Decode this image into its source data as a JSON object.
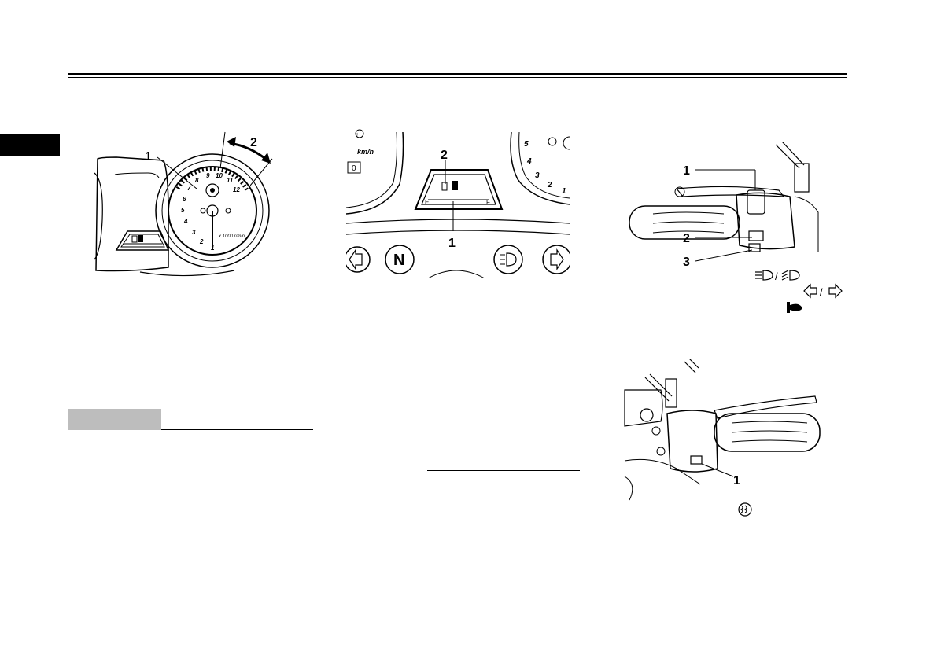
{
  "fig1": {
    "callout_1": "1",
    "callout_2": "2",
    "tach_numbers": [
      "1",
      "2",
      "3",
      "4",
      "5",
      "6",
      "7",
      "8",
      "9",
      "10",
      "11",
      "12"
    ],
    "tach_unit": "x 1000 r/min"
  },
  "fig2": {
    "callout_1": "1",
    "callout_2": "2",
    "speed_unit": "km/h",
    "odo_digit": "0",
    "gauge_empty": "E",
    "gauge_full": "F",
    "neutral": "N",
    "tach_numbers": [
      "5",
      "4",
      "3",
      "2",
      "1"
    ]
  },
  "fig3": {
    "callout_1": "1",
    "callout_2": "2",
    "callout_3": "3",
    "separator": "/"
  },
  "fig4": {
    "callout_1": "1"
  }
}
